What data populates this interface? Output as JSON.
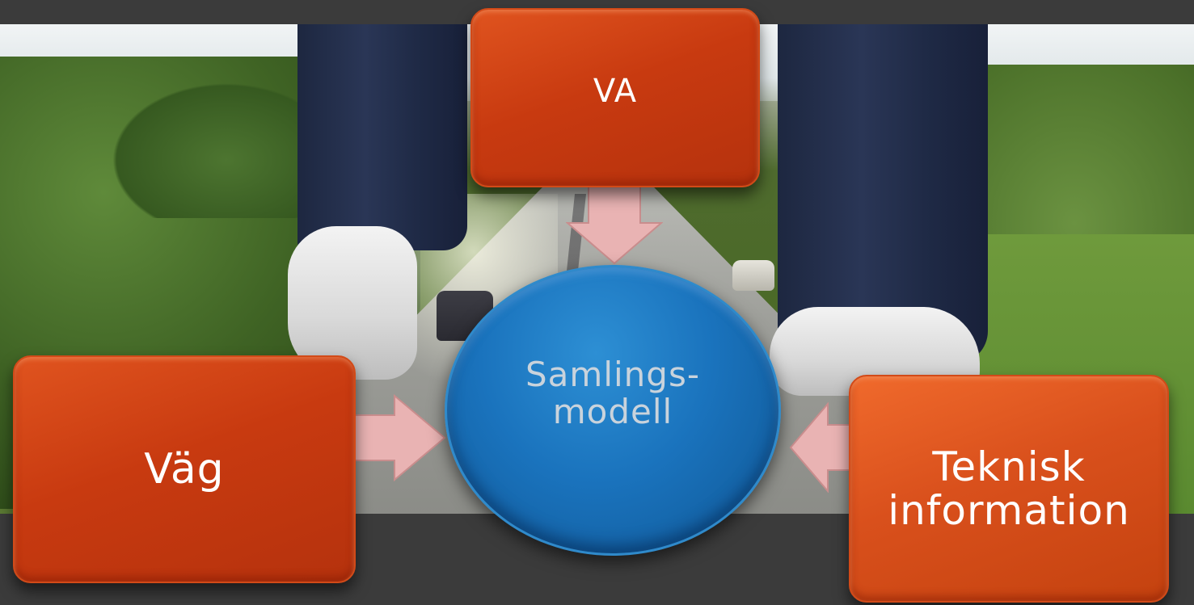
{
  "diagram": {
    "hub": {
      "label": "Samlings-\nmodell"
    },
    "boxes": {
      "top": {
        "label": "VA"
      },
      "left": {
        "label": "Väg"
      },
      "right": {
        "label": "Teknisk information"
      }
    },
    "colors": {
      "box": "#c83a10",
      "box_light": "#e0541f",
      "hub": "#1a73bd",
      "hub_text": "#c9d3dc",
      "arrow": "#e9b3b3",
      "frame": "#3b3b3b"
    }
  }
}
